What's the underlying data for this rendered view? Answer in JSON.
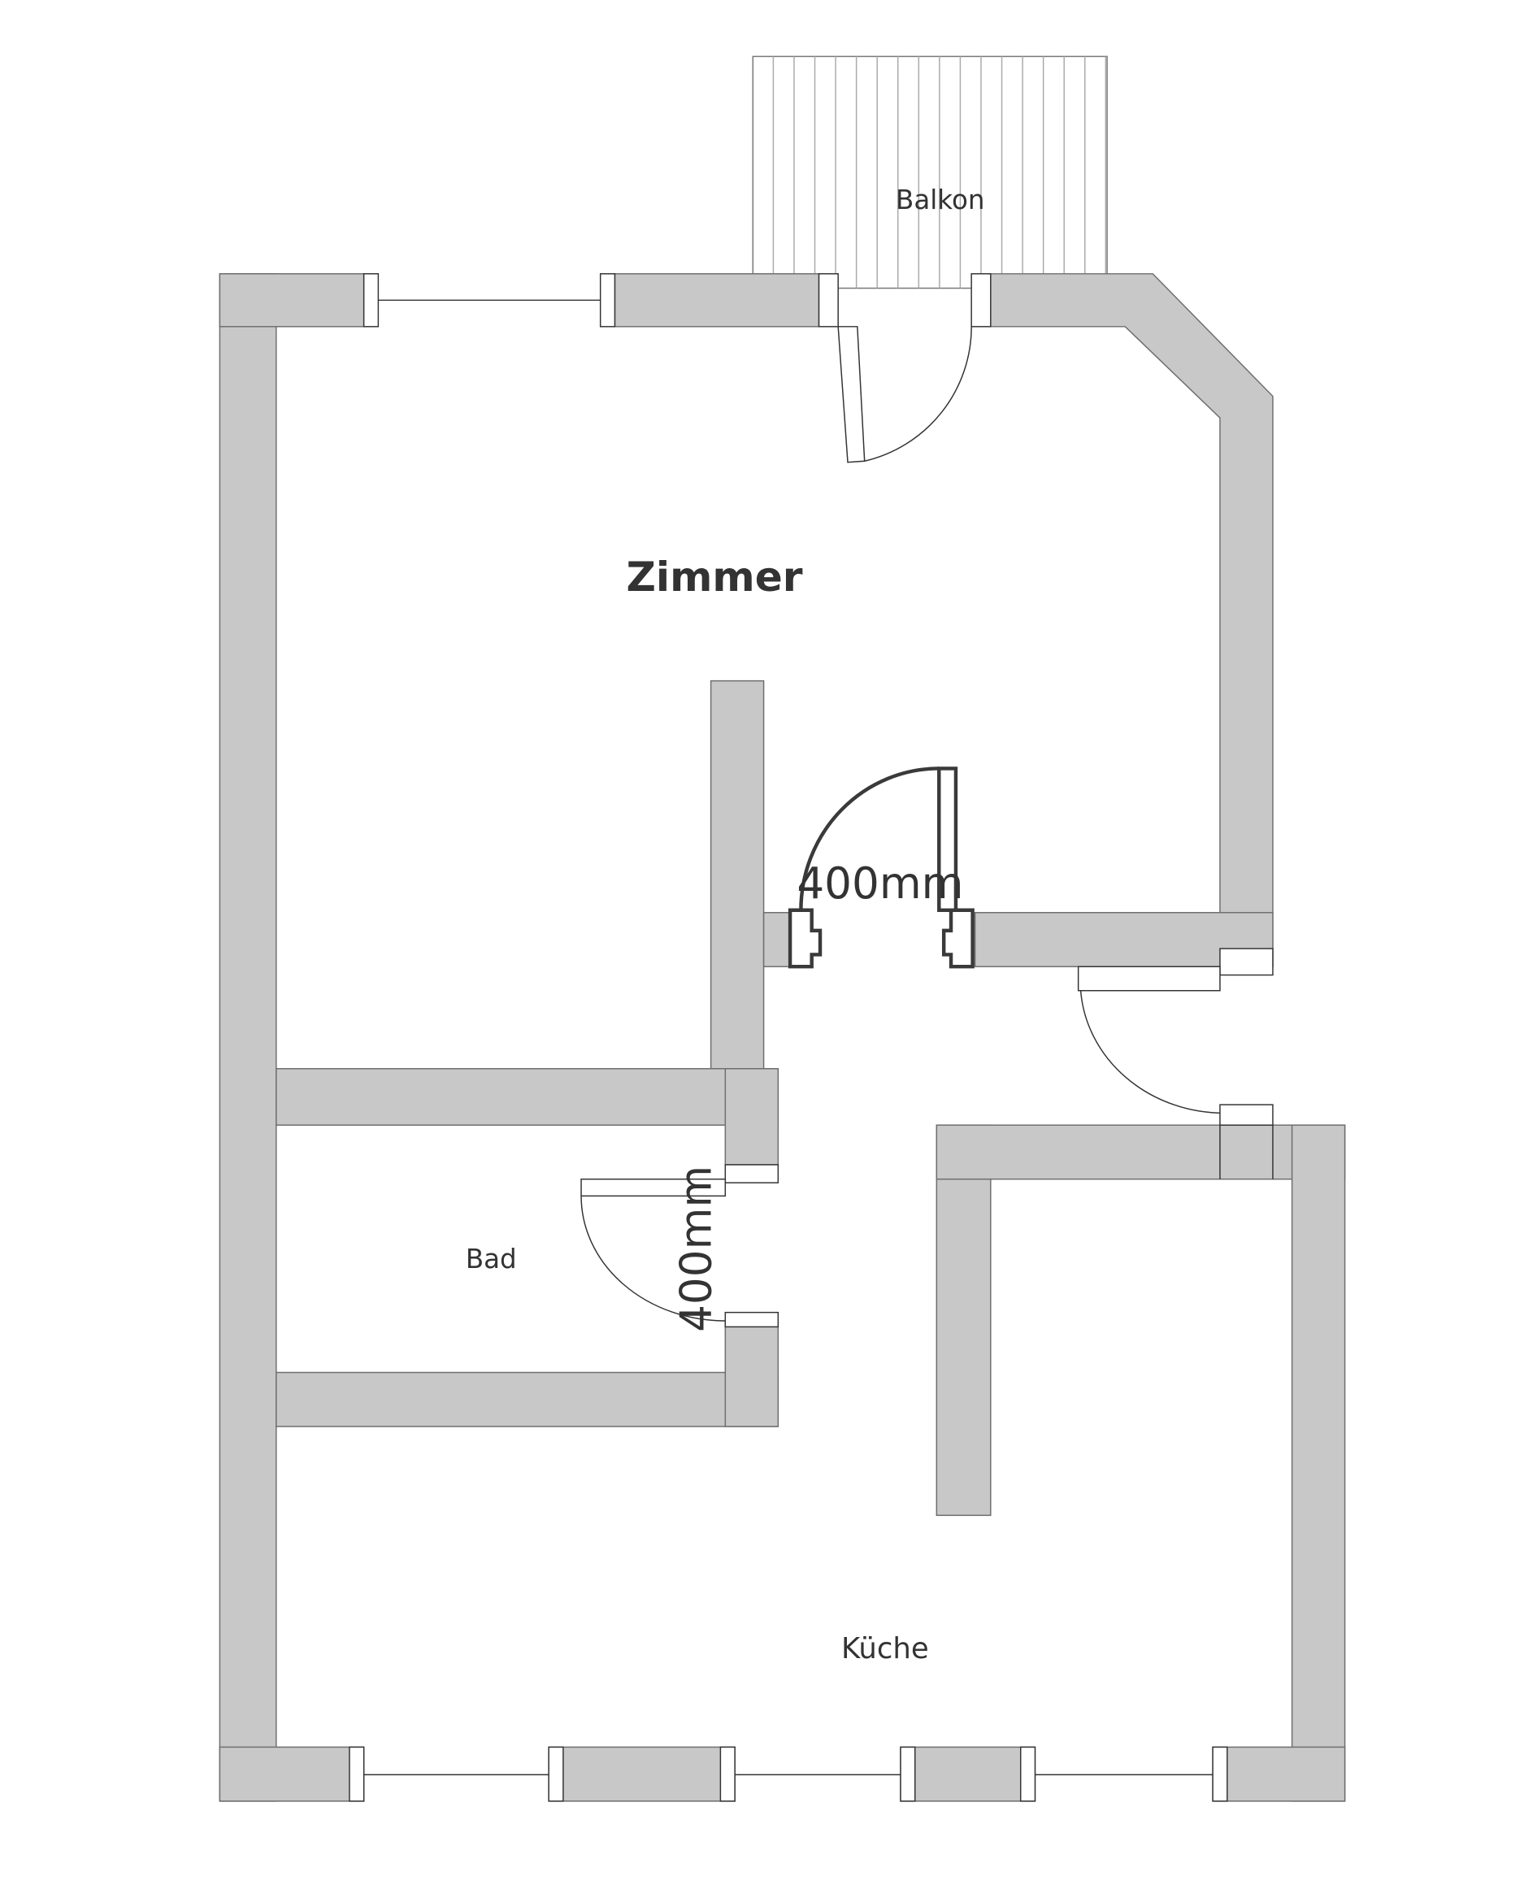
{
  "rooms": {
    "balcony": "Balkon",
    "living": "Zimmer",
    "bath": "Bad",
    "kitchen": "Küche"
  },
  "dimensions": {
    "living_door": "400mm",
    "bath_door": "400mm"
  },
  "colors": {
    "wall": "#c8c8c8",
    "outline": "#333333"
  }
}
